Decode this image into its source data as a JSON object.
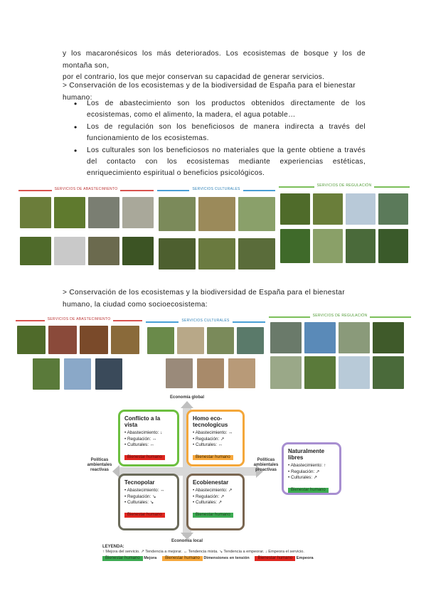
{
  "text": {
    "p1_line1": "y los macaronésicos los  más deteriorados. Los ecosistemas de bosque y los de montaña son,",
    "p1_line2": "por el contrario, los que mejor conservan su capacidad de generar servicios.",
    "heading1": "> Conservación de los ecosistemas y de la biodiversidad de España para el bienestar humano:",
    "bullets": [
      "Los de abastecimiento  son los productos obtenidos directamente de los ecosistemas, como el alimento, la madera, el agua potable…",
      "Los de regulación son los beneficiosos de manera indirecta a través del funcionamiento de los ecosistemas.",
      "Los culturales son los beneficiosos no materiales que la gente obtiene a través del contacto con los ecosistemas mediante experiencias estéticas, enriquecimiento espiritual o beneficios psicológicos."
    ],
    "heading2": ">  Conservación de los ecosistemas y la biodiversidad de España para el bienestar humano, la ciudad como socioecosistema:"
  },
  "panels1": {
    "abastecimiento": "Servicios de abastecimiento",
    "culturales": "Servicios culturales",
    "regulacion": "Servicios de regulación"
  },
  "panels2": {
    "abastecimiento": "Servicios de abastecimiento",
    "culturales": "Servicios culturales",
    "regulacion": "Servicios de regulación"
  },
  "diagram": {
    "axis_top": "Economía global",
    "axis_bottom": "Economía local",
    "axis_left": "Políticas ambientales reactivas",
    "axis_right": "Políticas ambientales proactivas",
    "quadrants": {
      "conflicto": {
        "title": "Conflicto a la vista",
        "abastecimiento": "• Abastecimiento: ↓",
        "regulacion": "• Regulación: ↔",
        "culturales": "• Culturales: ↔",
        "badge": "Bienestar humano"
      },
      "homo": {
        "title": "Homo eco-tecnologicus",
        "abastecimiento": "• Abastecimiento: ↔",
        "regulacion": "• Regulación: ↗",
        "culturales": "• Culturales: ↔",
        "badge": "Bienestar humano"
      },
      "tecnopolar": {
        "title": "Tecnopolar",
        "abastecimiento": "• Abastecimiento: ↔",
        "regulacion": "• Regulación: ↘",
        "culturales": "• Culturales: ↘",
        "badge": "Bienestar humano"
      },
      "ecobienestar": {
        "title": "Ecobienestar",
        "abastecimiento": "• Abastecimiento: ↗",
        "regulacion": "• Regulación: ↗",
        "culturales": "• Culturales: ↗",
        "badge": "Bienestar humano"
      },
      "naturalmente": {
        "title": "Naturalmente libres",
        "abastecimiento": "• Abastecimiento: ↑",
        "regulacion": "• Regulación: ↗",
        "culturales": "• Culturales: ↗",
        "badge": "Bienestar humano"
      }
    },
    "legend": {
      "title": "LEYENDA:",
      "row1": "↑ Mejora del servicio.  ↗ Tendencia a mejorar.  ↔ Tendencia mixta.  ↘ Tendencia a empeorar.  ↓ Empeora el servicio.",
      "badge_green": "Bienestar humano",
      "label_green": "Mejora",
      "badge_orange": "Bienestar humano",
      "label_orange": "Dimensiones en tensión",
      "badge_red": "Bienestar humano",
      "label_red": "Empeora"
    }
  },
  "colors": {
    "abastecimiento": "#d9534f",
    "culturales": "#4a9fd6",
    "regulacion": "#7cbf5a",
    "mejora": "#3cab52",
    "tension": "#f7a83c",
    "empeora": "#e0261f",
    "escenario_libres": "#a88fd1"
  }
}
